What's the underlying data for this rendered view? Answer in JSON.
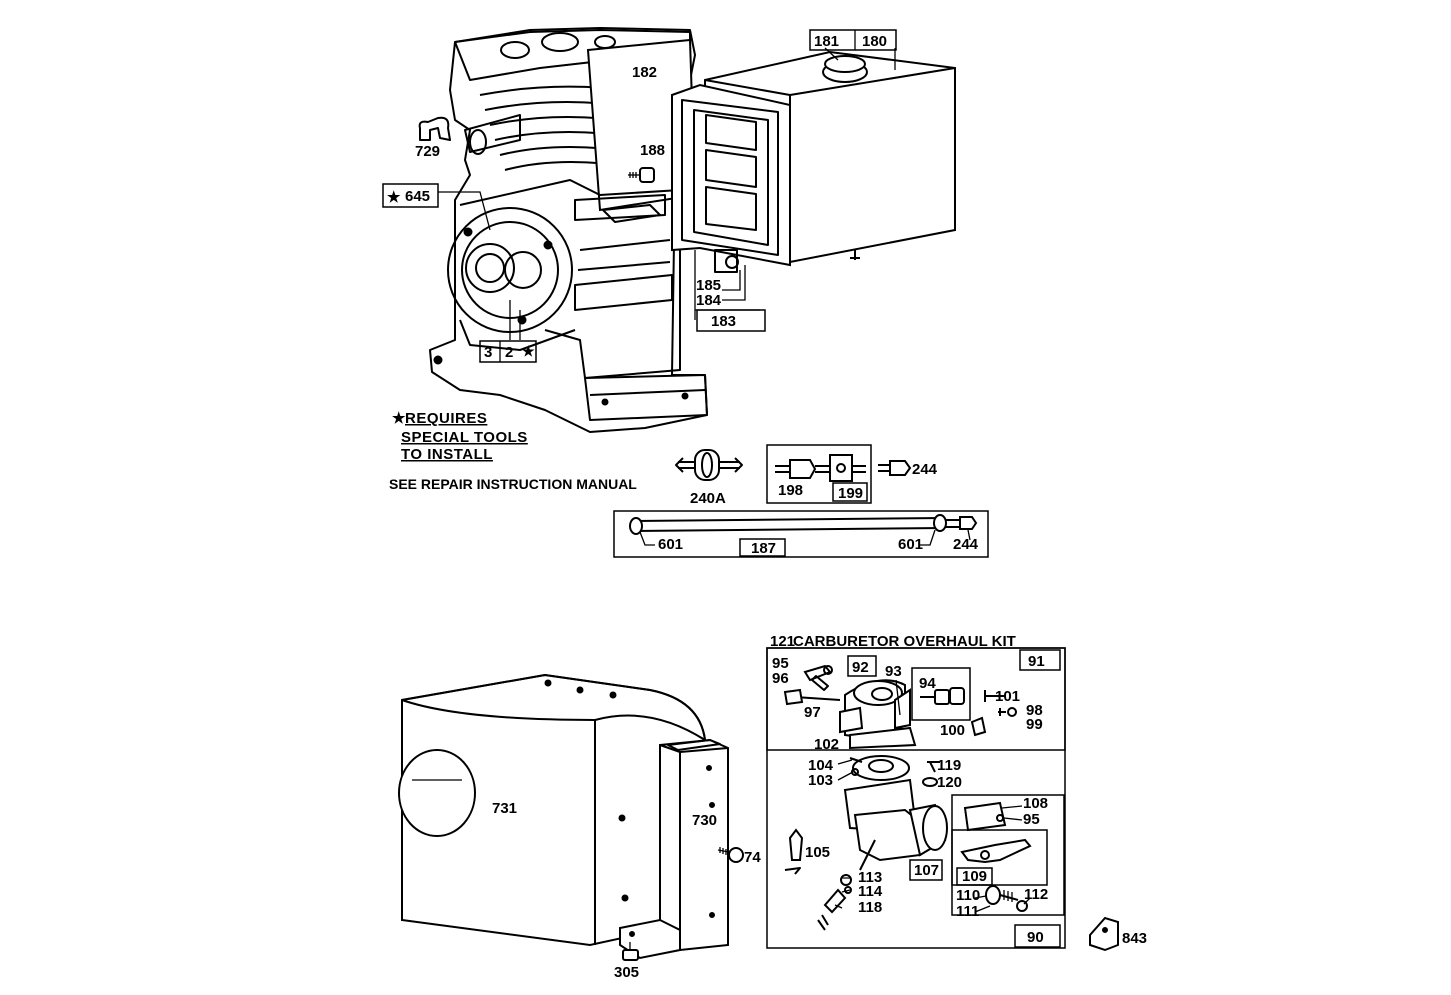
{
  "labels": {
    "p729": "729",
    "p645": "645",
    "p182": "182",
    "p181": "181",
    "p180": "180",
    "p188": "188",
    "p185": "185",
    "p184": "184",
    "p183": "183",
    "p3": "3",
    "p2": "2",
    "p240a": "240A",
    "p198": "198",
    "p199": "199",
    "p244a": "244",
    "p601a": "601",
    "p187": "187",
    "p601b": "601",
    "p244b": "244",
    "p731": "731",
    "p730": "730",
    "p74": "74",
    "p305": "305",
    "p91": "91",
    "p95a": "95",
    "p96": "96",
    "p92": "92",
    "p93": "93",
    "p94": "94",
    "p101": "101",
    "p98": "98",
    "p99": "99",
    "p97": "97",
    "p100": "100",
    "p102": "102",
    "p104": "104",
    "p103": "103",
    "p119": "119",
    "p120": "120",
    "p108": "108",
    "p95b": "95",
    "p105": "105",
    "p107": "107",
    "p109": "109",
    "p113": "113",
    "p114": "114",
    "p118": "118",
    "p110": "110",
    "p111": "111",
    "p112": "112",
    "p90": "90",
    "p843": "843"
  },
  "notes": {
    "requires_line1": "REQUIRES",
    "requires_line2": "SPECIAL TOOLS",
    "requires_line3": "TO INSTALL",
    "repair_manual": "SEE REPAIR INSTRUCTION MANUAL",
    "kit_number": "121",
    "kit_title": "CARBURETOR OVERHAUL KIT",
    "star_symbol": "★"
  }
}
